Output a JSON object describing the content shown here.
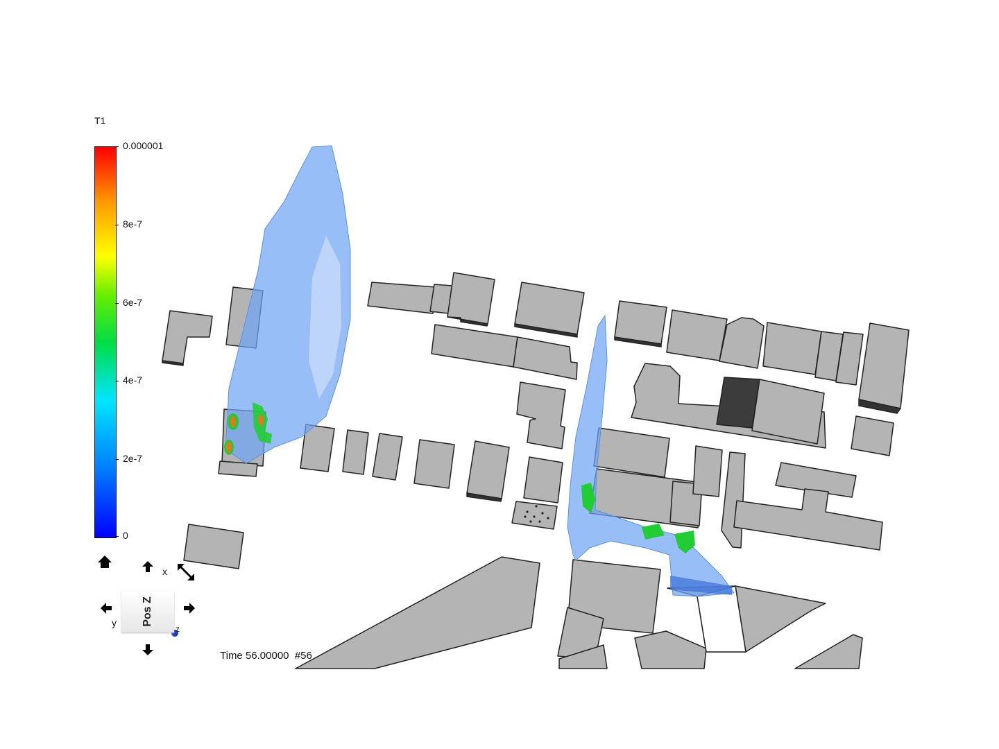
{
  "colorbar": {
    "variable": "T1",
    "max_label": "0.000001",
    "ticks": [
      "8e-7",
      "6e-7",
      "4e-7",
      "2e-7"
    ],
    "min_label": "0",
    "colors": [
      "#0000ff",
      "#0080ff",
      "#00e5ff",
      "#00dd44",
      "#ffff00",
      "#ff9900",
      "#ff0000"
    ]
  },
  "navigator": {
    "cube_face": "Pos Z",
    "axis_x": "x",
    "axis_y": "y",
    "axis_z": "z",
    "icons": [
      "home-icon",
      "arrow-up-icon",
      "arrow-down-icon",
      "arrow-left-icon",
      "arrow-right-icon",
      "rotate-diagonal-icon"
    ]
  },
  "time_readout": {
    "label": "Time",
    "value": "56.00000",
    "step": "#56",
    "text": "Time 56.00000  #56"
  },
  "scene_colors": {
    "building": "#b4b4b4",
    "building_dark": "#3c3c3c",
    "plume": "#6fa5f2",
    "plume_mid": "#22cc33",
    "plume_core": "#e07a20"
  }
}
